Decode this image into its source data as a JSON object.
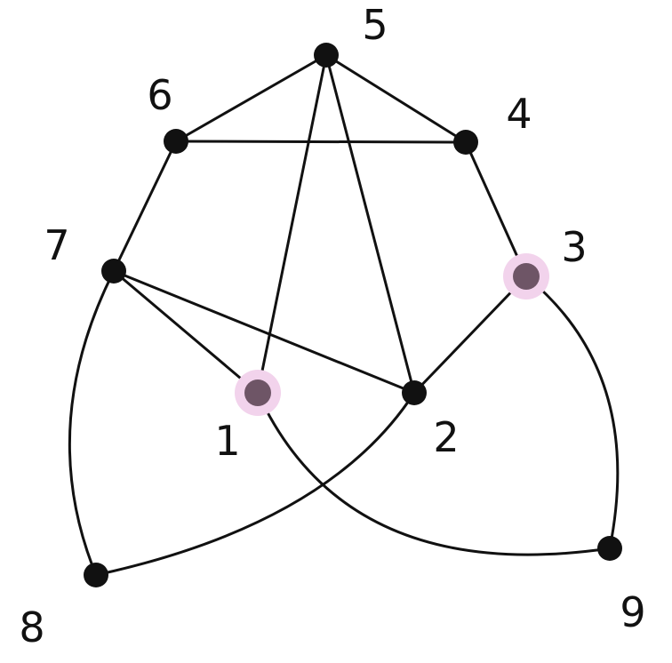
{
  "graph": {
    "nodes": [
      {
        "id": "1",
        "label": "1",
        "highlighted": true
      },
      {
        "id": "2",
        "label": "2",
        "highlighted": false
      },
      {
        "id": "3",
        "label": "3",
        "highlighted": true
      },
      {
        "id": "4",
        "label": "4",
        "highlighted": false
      },
      {
        "id": "5",
        "label": "5",
        "highlighted": false
      },
      {
        "id": "6",
        "label": "6",
        "highlighted": false
      },
      {
        "id": "7",
        "label": "7",
        "highlighted": false
      },
      {
        "id": "8",
        "label": "8",
        "highlighted": false
      },
      {
        "id": "9",
        "label": "9",
        "highlighted": false
      }
    ],
    "edges": [
      [
        "5",
        "6"
      ],
      [
        "5",
        "4"
      ],
      [
        "6",
        "4"
      ],
      [
        "5",
        "1"
      ],
      [
        "5",
        "2"
      ],
      [
        "6",
        "7"
      ],
      [
        "4",
        "3"
      ],
      [
        "7",
        "1"
      ],
      [
        "7",
        "2"
      ],
      [
        "3",
        "2"
      ],
      [
        "7",
        "8"
      ],
      [
        "8",
        "2"
      ],
      [
        "1",
        "9"
      ],
      [
        "3",
        "9"
      ]
    ]
  },
  "colors": {
    "node_fill": "#111111",
    "highlight_fill": "#6e5566",
    "highlight_halo": "#f2d3ec",
    "edge_stroke": "#111111",
    "background": "#ffffff"
  }
}
